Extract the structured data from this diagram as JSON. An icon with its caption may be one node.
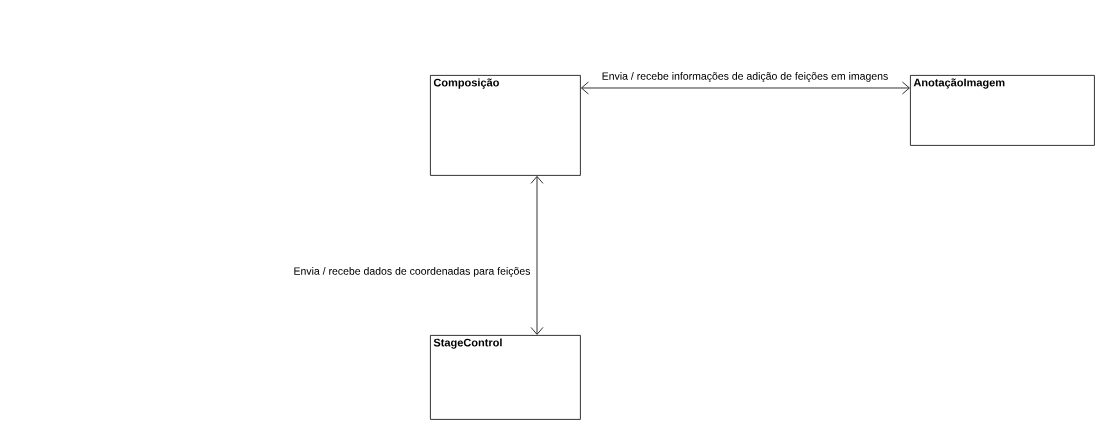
{
  "diagram": {
    "nodes": [
      {
        "text": [
          "Composição"
        ]
      },
      {
        "text": [
          "AnotaçãoImagem"
        ]
      },
      {
        "text": [
          "StageControl"
        ]
      }
    ],
    "edges": [
      {
        "from": 0,
        "to": 1,
        "arrow": "both",
        "label": "Envia / recebe informações de adição de feições em imagens"
      },
      {
        "from": 0,
        "to": 2,
        "arrow": "both",
        "label": "Envia / recebe dados de coordenadas para feições"
      }
    ]
  }
}
